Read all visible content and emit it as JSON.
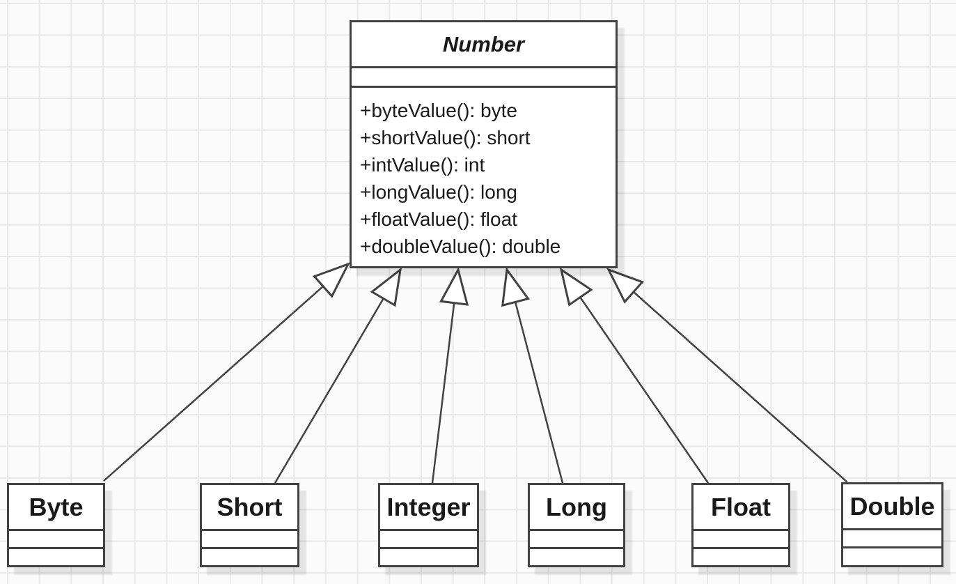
{
  "diagram": {
    "type": "uml-class-diagram",
    "parent_class": {
      "name": "Number",
      "abstract": true,
      "attributes": [],
      "methods": [
        "+byteValue(): byte",
        "+shortValue(): short",
        "+intValue(): int",
        "+longValue(): long",
        "+floatValue(): float",
        "+doubleValue(): double"
      ]
    },
    "subclasses": [
      {
        "name": "Byte"
      },
      {
        "name": "Short"
      },
      {
        "name": "Integer"
      },
      {
        "name": "Long"
      },
      {
        "name": "Float"
      },
      {
        "name": "Double"
      }
    ],
    "relationship": "generalization"
  },
  "colors": {
    "stroke": "#424242",
    "box_fill": "#ffffff",
    "canvas_background": "#fbfbfb",
    "grid_line": "#e9e9e9",
    "text": "#1a1a1a"
  }
}
